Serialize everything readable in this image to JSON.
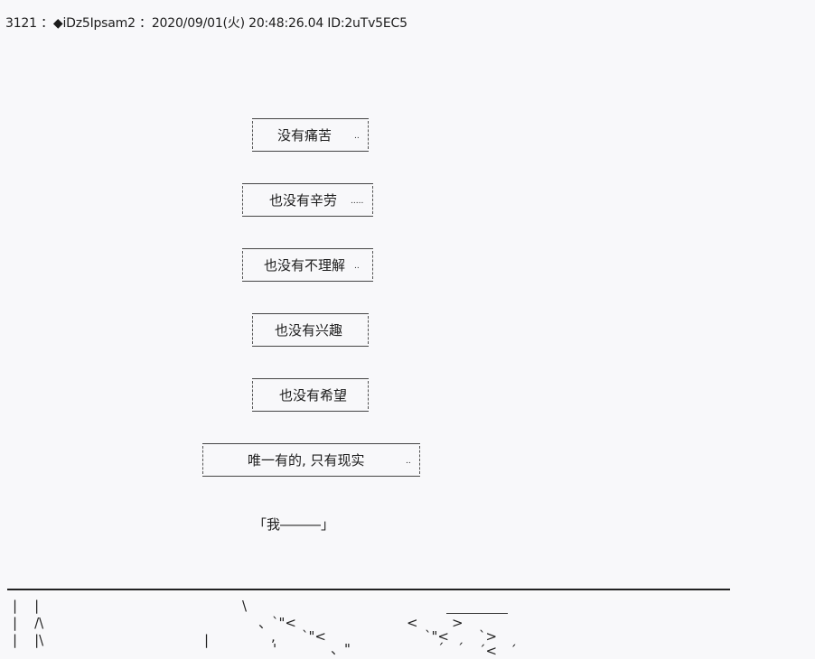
{
  "post": {
    "header": "3121 ：◆iDz5Ipsam2 ：2020/09/01(火) 20:48:26.04 ID:2uTv5EC5"
  },
  "boxes": [
    {
      "text": "没有痛苦",
      "dots": ".."
    },
    {
      "text": "也没有辛劳",
      "dots": "....."
    },
    {
      "text": "也没有不理解",
      "dots": ".."
    },
    {
      "text": "也没有兴趣",
      "dots": ""
    },
    {
      "text": "也没有希望",
      "dots": ""
    },
    {
      "text": "唯一有的, 只有现实",
      "dots": ".."
    }
  ],
  "quote": "「我―――」",
  "ascii_art": {
    "lines": [
      "|    |",
      "|    /\\",
      "|    |\\",
      "\\",
      "、`\"<",
      "`\"<",
      ",",
      "、\"",
      "<",
      ">",
      "`\"<",
      "`>",
      "|",
      "'",
      "´   ´",
      "´<   ´"
    ]
  }
}
